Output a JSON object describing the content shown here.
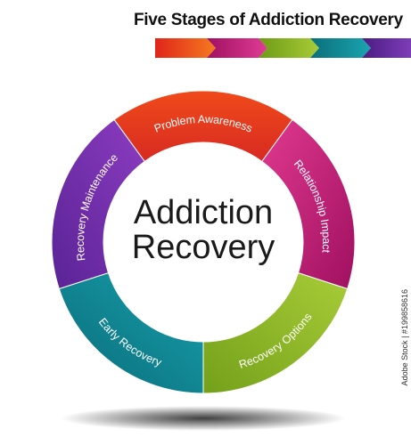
{
  "title": "Five Stages of Addiction Recovery",
  "center": {
    "line1": "Addiction",
    "line2": "Recovery"
  },
  "stages": [
    {
      "label": "Problem Awareness",
      "color": "#e8401c"
    },
    {
      "label": "Relationship Impact",
      "color": "#c8186e"
    },
    {
      "label": "Recovery Options",
      "color": "#8cb022"
    },
    {
      "label": "Early Recovery",
      "color": "#0f8a96"
    },
    {
      "label": "Recovery Maintenance",
      "color": "#6a2aa0"
    }
  ],
  "stock_id": "Adobe Stock | #199858616",
  "colors": {
    "title": "#111111",
    "center_text": "#1a1a1a"
  }
}
